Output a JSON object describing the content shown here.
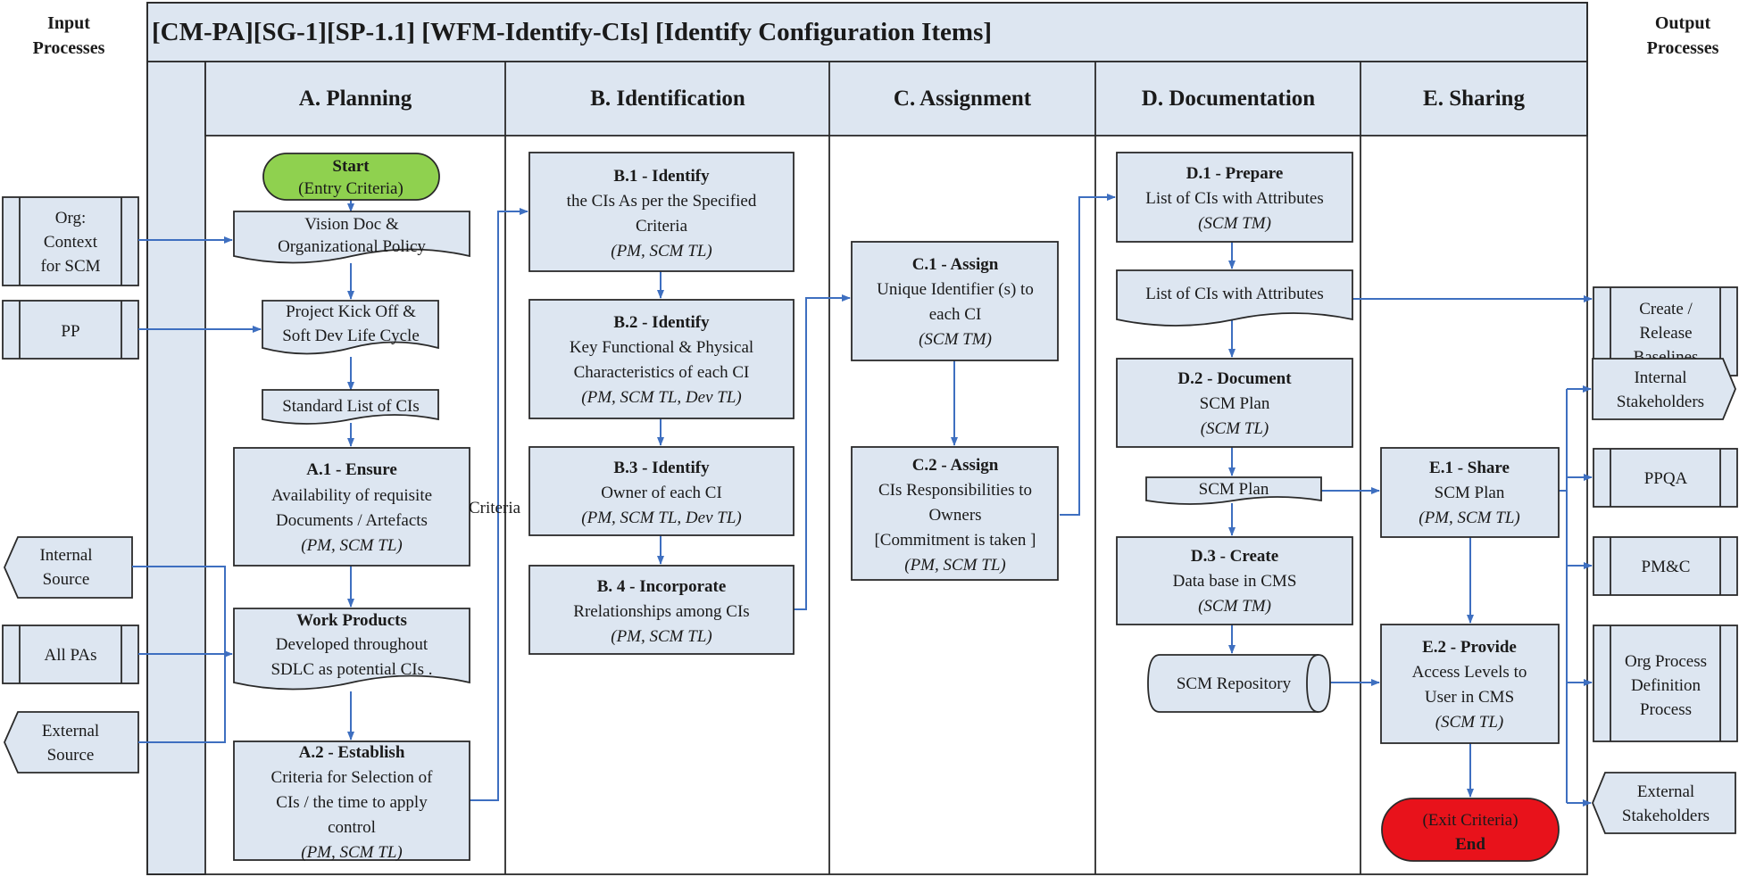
{
  "title": "[CM-PA][SG-1][SP-1.1] [WFM-Identify-CIs] [Identify Configuration Items]",
  "side_labels": {
    "input": [
      "Input",
      "Processes"
    ],
    "output": [
      "Output",
      "Processes"
    ]
  },
  "columns": [
    {
      "id": "A",
      "label": "A. Planning"
    },
    {
      "id": "B",
      "label": "B. Identification"
    },
    {
      "id": "C",
      "label": "C. Assignment"
    },
    {
      "id": "D",
      "label": "D. Documentation"
    },
    {
      "id": "E",
      "label": "E. Sharing"
    }
  ],
  "inputs": [
    {
      "id": "org-context",
      "lines": [
        "Org:",
        "Context",
        "for SCM"
      ]
    },
    {
      "id": "pp",
      "lines": [
        "PP"
      ]
    },
    {
      "id": "internal-source",
      "lines": [
        "Internal",
        "Source"
      ]
    },
    {
      "id": "all-pas",
      "lines": [
        "All PAs"
      ]
    },
    {
      "id": "external-source",
      "lines": [
        "External",
        "Source"
      ]
    }
  ],
  "outputs": [
    {
      "id": "create-release-baselines",
      "lines": [
        "Create /",
        "Release",
        "Baselines"
      ]
    },
    {
      "id": "internal-stakeholders",
      "lines": [
        "Internal",
        "Stakeholders"
      ]
    },
    {
      "id": "ppqa",
      "lines": [
        "PPQA"
      ]
    },
    {
      "id": "pmc",
      "lines": [
        "PM&C"
      ]
    },
    {
      "id": "org-process-definition",
      "lines": [
        "Org Process",
        "Definition",
        "Process"
      ]
    },
    {
      "id": "external-stakeholders",
      "lines": [
        "External",
        "Stakeholders"
      ]
    }
  ],
  "nodes": {
    "start": {
      "bold": "Start",
      "lines": [
        "(Entry Criteria)"
      ]
    },
    "vision_doc": {
      "lines": [
        "Vision Doc &",
        "Organizational Policy"
      ]
    },
    "kickoff": {
      "lines": [
        "Project Kick Off  &",
        "Soft Dev Life Cycle"
      ]
    },
    "std_list": {
      "lines": [
        "Standard List of CIs"
      ]
    },
    "a1": {
      "bold": "A.1 - Ensure",
      "lines": [
        "Availability of requisite",
        "Documents / Artefacts"
      ],
      "italic": "(PM, SCM TL)"
    },
    "work_products": {
      "bold": "Work Products",
      "lines": [
        "Developed throughout",
        "SDLC as potential CIs ."
      ]
    },
    "a2": {
      "bold": "A.2 - Establish",
      "lines": [
        "Criteria for Selection of",
        "CIs / the time to apply",
        "control"
      ],
      "italic": "(PM, SCM TL)"
    },
    "criteria_label": "Criteria",
    "b1": {
      "bold": "B.1 - Identify",
      "lines": [
        "the CIs As per the Specified",
        "Criteria"
      ],
      "italic": "(PM, SCM TL)"
    },
    "b2": {
      "bold": "B.2 - Identify",
      "lines": [
        "Key Functional  & Physical",
        "Characteristics  of each CI"
      ],
      "italic": "(PM, SCM TL, Dev TL)"
    },
    "b3": {
      "bold": "B.3 - Identify",
      "lines": [
        "Owner of each CI"
      ],
      "italic": "(PM, SCM TL, Dev TL)"
    },
    "b4": {
      "bold": "B. 4 - Incorporate",
      "lines": [
        "Rrelationships among CIs"
      ],
      "italic": "(PM, SCM TL)"
    },
    "c1": {
      "bold": "C.1 - Assign",
      "lines": [
        "Unique Identifier (s) to",
        "each CI"
      ],
      "italic": "(SCM TM)"
    },
    "c2": {
      "bold": "C.2 - Assign",
      "lines": [
        "CIs Responsibilities to",
        "Owners",
        "[Commitment is taken ]"
      ],
      "italic": "(PM, SCM TL)"
    },
    "d1": {
      "bold": "D.1 - Prepare",
      "lines": [
        "List of CIs with Attributes"
      ],
      "italic": "(SCM TM)"
    },
    "d_list": {
      "lines": [
        "List of CIs with Attributes"
      ]
    },
    "d2": {
      "bold": "D.2 - Document",
      "lines": [
        "SCM Plan"
      ],
      "italic": "(SCM TL)"
    },
    "d_plan": {
      "lines": [
        "SCM Plan"
      ]
    },
    "d3": {
      "bold": "D.3 - Create",
      "lines": [
        "Data base in CMS"
      ],
      "italic": "(SCM TM)"
    },
    "repo": {
      "lines": [
        "SCM Repository"
      ]
    },
    "e1": {
      "bold": "E.1 - Share",
      "lines": [
        "SCM Plan"
      ],
      "italic": "(PM, SCM TL)"
    },
    "e2": {
      "bold": "E.2 - Provide",
      "lines": [
        "Access Levels to",
        "User in CMS"
      ],
      "italic": "(SCM TL)"
    },
    "end": {
      "lines": [
        "(Exit Criteria)"
      ],
      "bold": "End"
    }
  },
  "colors": {
    "fill": "#dde6f1",
    "stroke": "#2a2a2a",
    "flow": "#3e6fc0",
    "start": "#8fd14f",
    "end": "#e8121b"
  }
}
